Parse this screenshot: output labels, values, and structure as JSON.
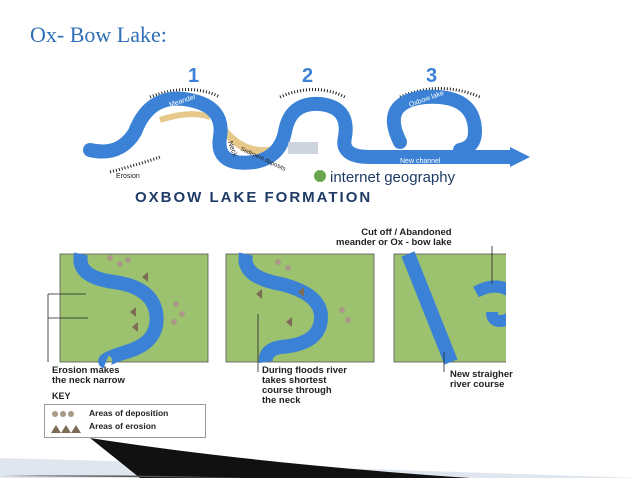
{
  "slide": {
    "title": "Ox- Bow Lake:"
  },
  "top_diagram": {
    "steps": [
      "1",
      "2",
      "3"
    ],
    "labels": {
      "meander": "Meander",
      "neck": "Neck",
      "erosion": "Erosion",
      "sediment": "Sediment deposits",
      "oxbow": "Oxbow lake",
      "new_channel": "New channel"
    },
    "brand": "internet geography",
    "caption": "OXBOW LAKE FORMATION"
  },
  "bottom_diagram": {
    "cutoff_label": "Cut off / Abandoned\nmeander or Ox - bow lake",
    "erosion_label": "Erosion makes\nthe neck narrow",
    "floods_label": "During floods river\ntakes shortest\ncourse through\nthe neck",
    "new_course_label": "New straigher\nriver course",
    "key_title": "KEY",
    "key_deposition": "Areas of deposition",
    "key_erosion": "Areas of erosion"
  },
  "colors": {
    "title": "#2e6fb5",
    "river": "#3b82d6",
    "land": "#9dc26f",
    "accent_dark": "#1f3b66"
  }
}
